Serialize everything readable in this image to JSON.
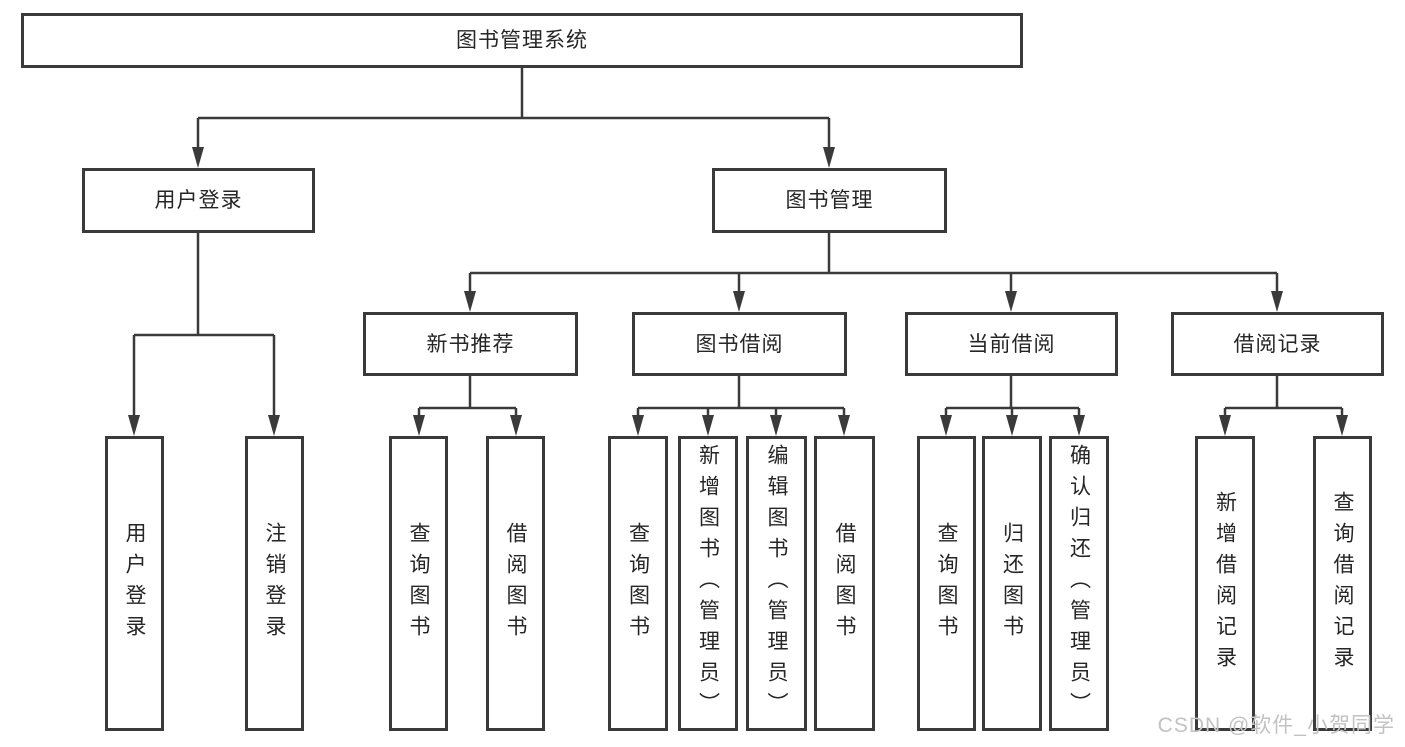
{
  "page": {
    "watermark": "CSDN @软件_小贺同学"
  },
  "colors": {
    "line": "#3a3a3a",
    "box_border": "#3a3a3a",
    "text": "#262626",
    "watermark": "#c2c2c2",
    "background": "#ffffff"
  },
  "tree": {
    "root": {
      "label": "图书管理系统"
    },
    "branches": [
      {
        "label": "用户登录",
        "children": [
          {
            "label": "用户登录"
          },
          {
            "label": "注销登录"
          }
        ]
      },
      {
        "label": "图书管理",
        "children": [
          {
            "label": "新书推荐",
            "children": [
              {
                "label": "查询图书"
              },
              {
                "label": "借阅图书"
              }
            ]
          },
          {
            "label": "图书借阅",
            "children": [
              {
                "label": "查询图书"
              },
              {
                "label": "新增图书（管理员）"
              },
              {
                "label": "编辑图书（管理员）"
              },
              {
                "label": "借阅图书"
              }
            ]
          },
          {
            "label": "当前借阅",
            "children": [
              {
                "label": "查询图书"
              },
              {
                "label": "归还图书"
              },
              {
                "label": "确认归还（管理员）"
              }
            ]
          },
          {
            "label": "借阅记录",
            "children": [
              {
                "label": "新增借阅记录"
              },
              {
                "label": "查询借阅记录"
              }
            ]
          }
        ]
      }
    ]
  }
}
